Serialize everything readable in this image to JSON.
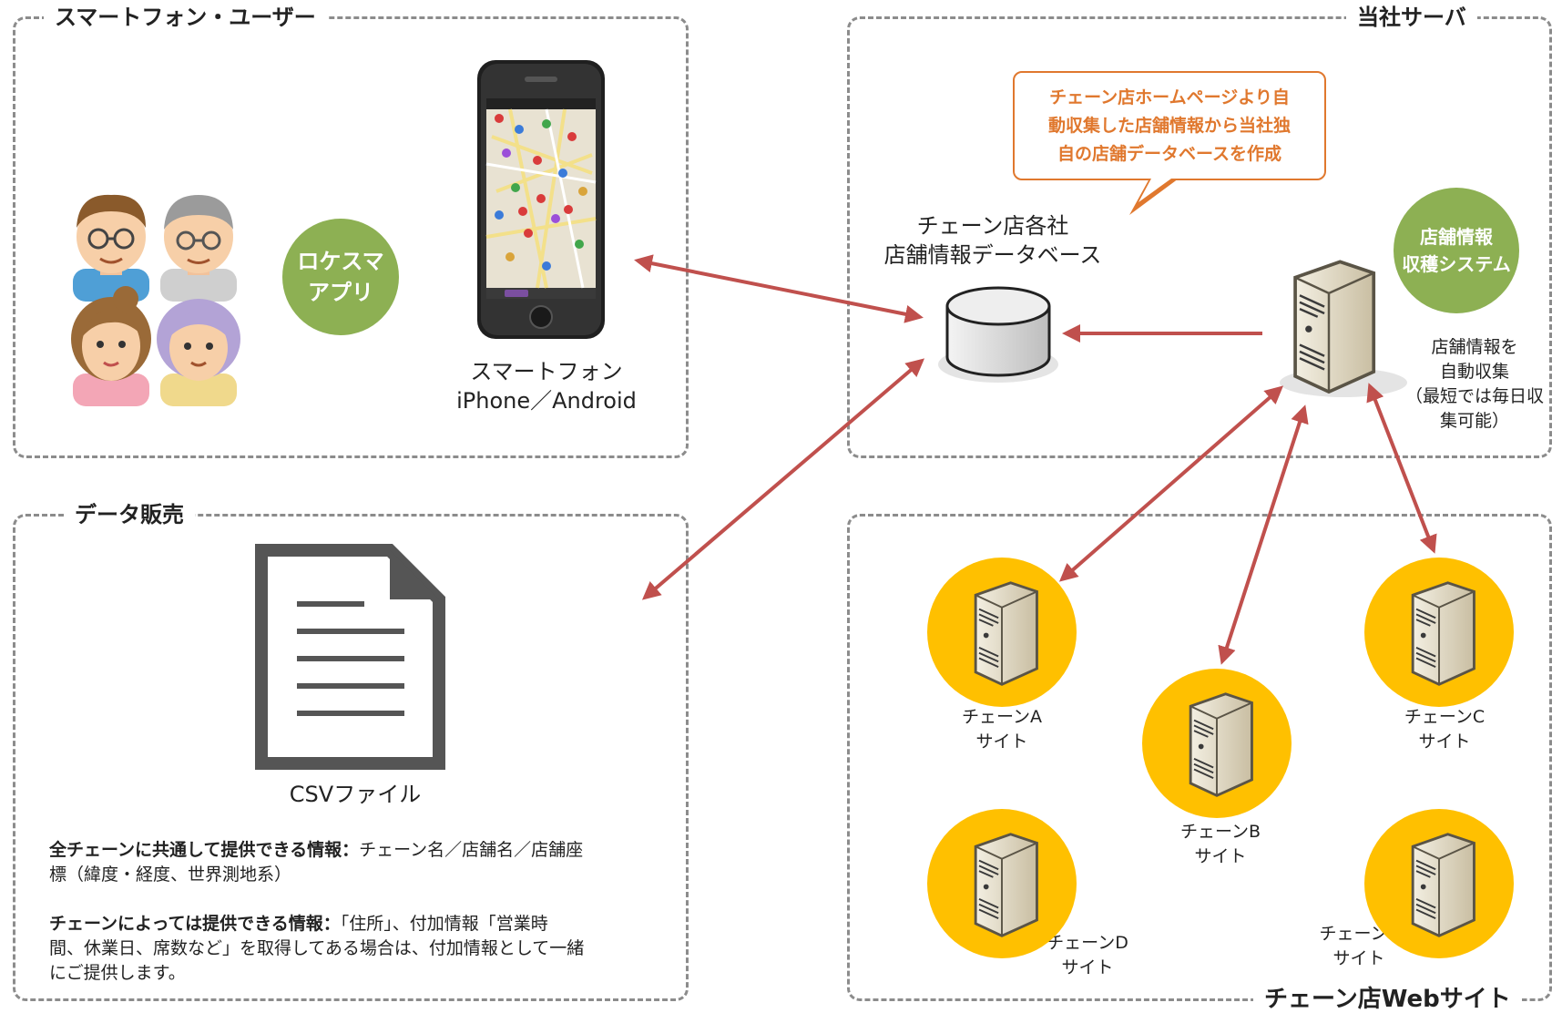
{
  "boxes": {
    "smartphone_users": "スマートフォン・ユーザー",
    "server": "当社サーバ",
    "data_sales": "データ販売",
    "chain_web": "チェーン店Webサイト"
  },
  "app_badge": {
    "line1": "ロケスマ",
    "line2": "アプリ"
  },
  "phone_caption": {
    "line1": "スマートフォン",
    "line2": "iPhone／Android"
  },
  "callout": {
    "line1": "チェーン店ホームページより自",
    "line2": "動収集した店舗情報から当社独",
    "line3": "自の店舗データベースを作成"
  },
  "database": {
    "line1": "チェーン店各社",
    "line2": "店舗情報データベース"
  },
  "collector": {
    "line1": "店舗情報",
    "line2": "収穫システム"
  },
  "collector_note": {
    "line1": "店舗情報を",
    "line2": "自動収集",
    "line3": "（最短では毎日収",
    "line4": "集可能）"
  },
  "csv_caption": "CSVファイル",
  "desc": {
    "p1_bold": "全チェーンに共通して提供できる情報：",
    "p1_line1": "チェーン名／店舗名／店舗座",
    "p1_line2": "標（緯度・経度、世界測地系）",
    "p2_bold": "チェーンによっては提供できる情報：",
    "p2_line1": "「住所」、付加情報「営業時",
    "p2_line2": "間、休業日、席数など」を取得してある場合は、付加情報として一緒",
    "p2_line3": "にご提供します。"
  },
  "chains": [
    {
      "line1": "チェーンA",
      "line2": "サイト"
    },
    {
      "line1": "チェーンB",
      "line2": "サイト"
    },
    {
      "line1": "チェーンC",
      "line2": "サイト"
    },
    {
      "line1": "チェーンD",
      "line2": "サイト"
    },
    {
      "line1": "チェーンE",
      "line2": "サイト"
    }
  ],
  "colors": {
    "arrow": "#c0504d",
    "chain_circle": "#ffc000",
    "app_badge": "#8db053",
    "callout": "#e0782e",
    "box_border": "#8c8c8c"
  }
}
